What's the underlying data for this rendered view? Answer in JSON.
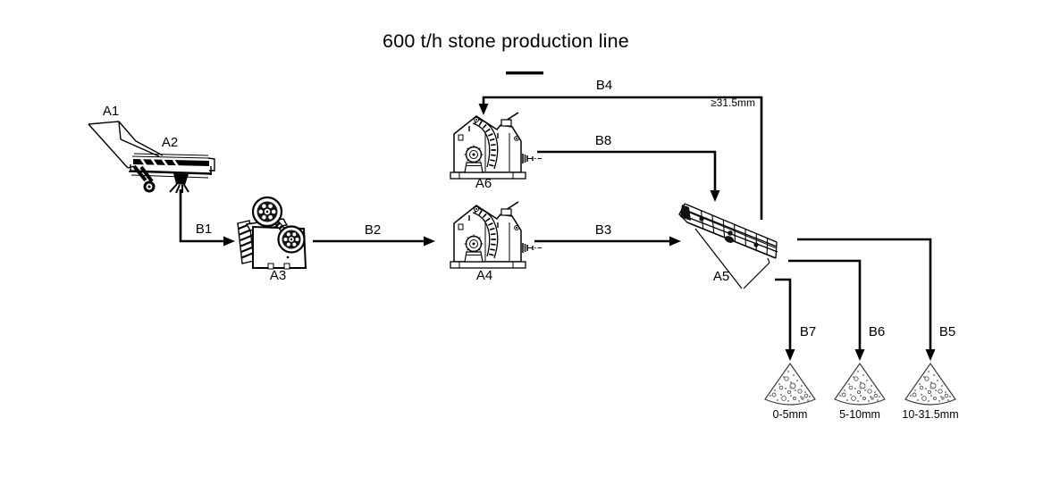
{
  "title": "600 t/h stone production line",
  "equipment_labels": {
    "a1": "A1",
    "a2": "A2",
    "a3": "A3",
    "a4": "A4",
    "a5": "A5",
    "a6": "A6"
  },
  "flow_labels": {
    "b1": "B1",
    "b2": "B2",
    "b3": "B3",
    "b4": "B4",
    "b5": "B5",
    "b6": "B6",
    "b7": "B7",
    "b8": "B8"
  },
  "annotations": {
    "oversize_return": "≥31.5mm"
  },
  "products": [
    {
      "label": "0-5mm"
    },
    {
      "label": "5-10mm"
    },
    {
      "label": "10-31.5mm"
    }
  ],
  "colors": {
    "line": "#000000",
    "background": "#ffffff",
    "text": "#000000",
    "pile_outline": "#3a3a3a"
  }
}
